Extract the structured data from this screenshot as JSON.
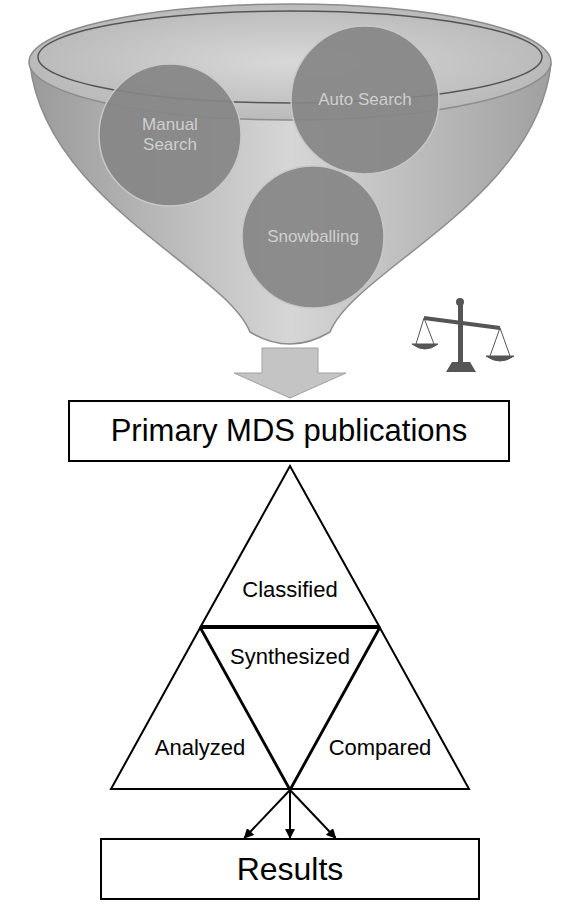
{
  "diagram": {
    "nodes": [
      {
        "text": [
          "Manual Search"
        ]
      },
      {
        "text": [
          "Auto Search"
        ]
      },
      {
        "text": [
          "Snowballing"
        ]
      },
      {
        "text": [
          "Primary MDS publications"
        ]
      },
      {
        "text": [
          "Classified"
        ]
      },
      {
        "text": [
          "Synthesized"
        ]
      },
      {
        "text": [
          "Analyzed"
        ]
      },
      {
        "text": [
          "Compared"
        ]
      },
      {
        "text": [
          "Results"
        ]
      }
    ],
    "edges": [
      {
        "from": 6,
        "to": 8,
        "arrow": "to"
      },
      {
        "from": 5,
        "to": 8,
        "arrow": "to"
      },
      {
        "from": 7,
        "to": 8,
        "arrow": "to"
      }
    ]
  }
}
